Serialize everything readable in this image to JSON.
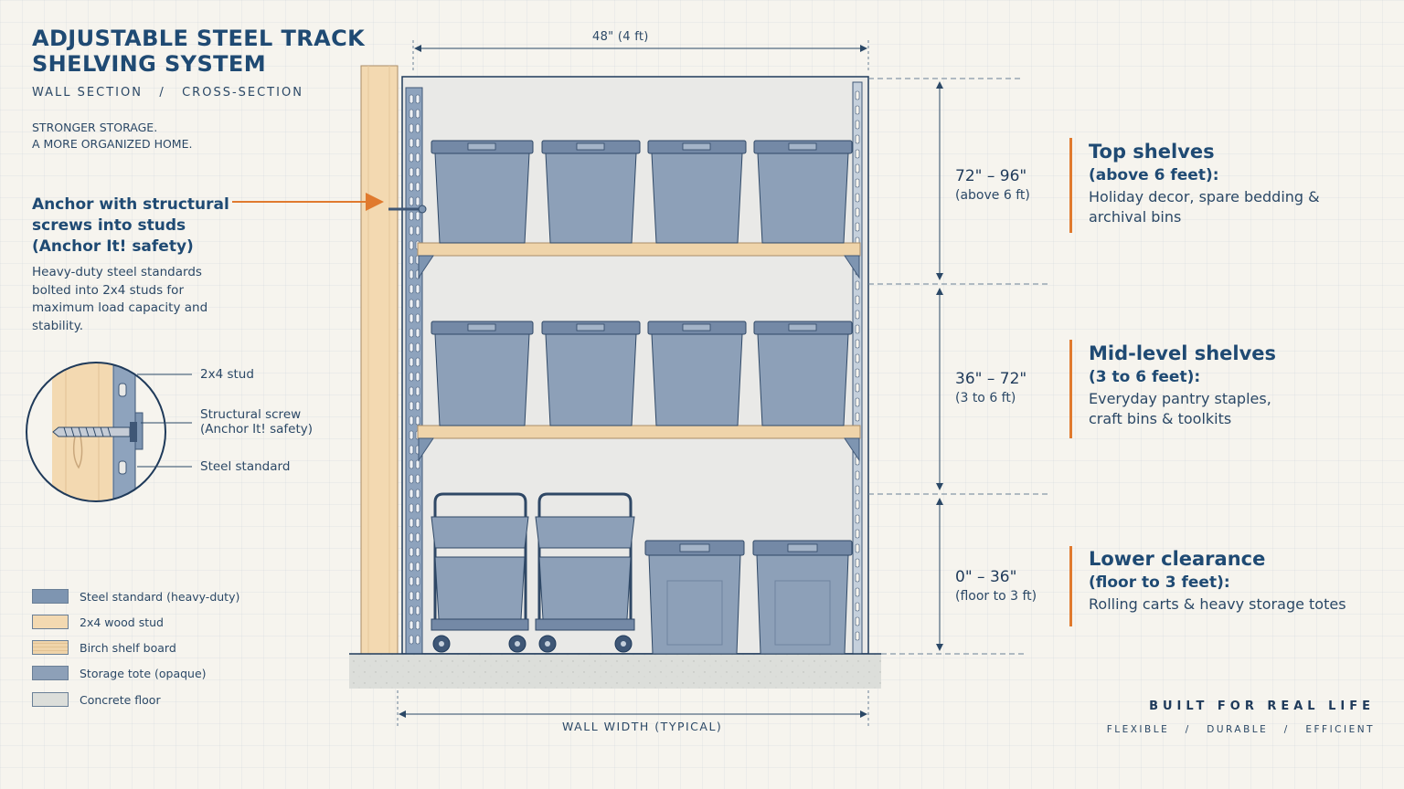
{
  "header": {
    "title": "ADJUSTABLE STEEL TRACK SHELVING SYSTEM",
    "subtitle": "WALL SECTION   /   CROSS-SECTION",
    "tagline_line1": "STRONGER STORAGE.",
    "tagline_line2": "A MORE ORGANIZED HOME."
  },
  "anchor": {
    "heading": "Anchor with structural screws into studs (Anchor It! safety)",
    "body": "Heavy-duty steel standards bolted into 2x4 studs for maximum load capacity and stability."
  },
  "detail": {
    "stud_label": "2x4 stud",
    "screw_label_line1": "Structural screw",
    "screw_label_line2": "(Anchor It! safety)",
    "standard_label": "Steel standard"
  },
  "legend": [
    {
      "label": "Steel standard (heavy-duty)",
      "color": "#7e95b1"
    },
    {
      "label": "2x4 wood stud",
      "color": "#f3d9b1"
    },
    {
      "label": "Birch shelf board",
      "color": "#efd4aa"
    },
    {
      "label": "Storage tote (opaque)",
      "color": "#8da0b8"
    },
    {
      "label": "Concrete floor",
      "color": "#dcdeda"
    }
  ],
  "dimensions": {
    "width_top": "48\" (4 ft)",
    "width_bottom": "WALL WIDTH (TYPICAL)"
  },
  "zones": [
    {
      "range": "72\" – 96\"",
      "range_sub": "(above 6 ft)",
      "title": "Top shelves",
      "subtitle": "(above 6 feet):",
      "desc": "Holiday decor, spare bedding & archival bins"
    },
    {
      "range": "36\" – 72\"",
      "range_sub": "(3 to 6 ft)",
      "title": "Mid-level shelves",
      "subtitle": "(3 to 6 feet):",
      "desc": "Everyday pantry staples, craft bins & toolkits"
    },
    {
      "range": "0\" – 36\"",
      "range_sub": "(floor to 3 ft)",
      "title": "Lower clearance",
      "subtitle": "(floor to 3 feet):",
      "desc": "Rolling carts & heavy storage totes"
    }
  ],
  "brand": {
    "line1": "BUILT FOR REAL LIFE",
    "line2": "FLEXIBLE   /   DURABLE   /   EFFICIENT"
  },
  "colors": {
    "accent": "#e07a2e",
    "navy": "#1f4a73",
    "tote": "#8da0b8",
    "steel": "#7e95b1",
    "wood": "#f3d9b1"
  }
}
